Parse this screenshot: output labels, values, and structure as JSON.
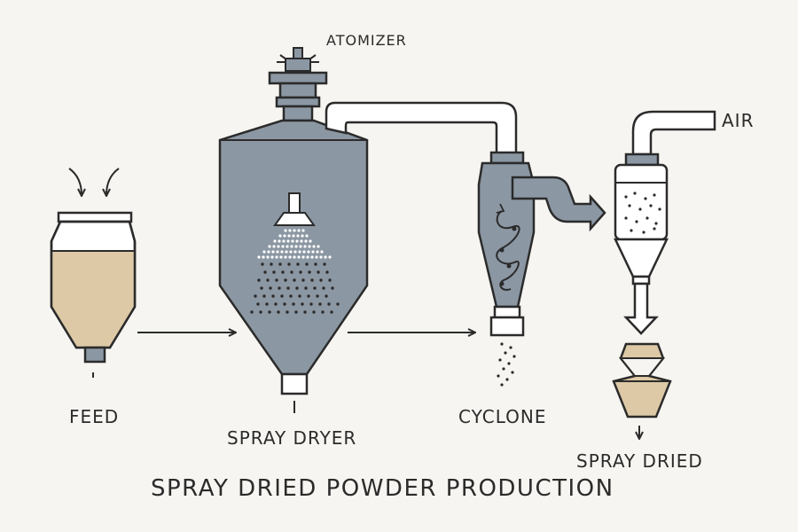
{
  "labels": {
    "atomizer": "ATOMIZER",
    "air": "AIR",
    "feed": "FEED",
    "spray_dryer": "SPRAY DRYER",
    "cyclone": "CYCLONE",
    "spray_dried": "SPRAY DRIED"
  },
  "title": "SPRAY DRIED POWDER PRODUCTION",
  "colors": {
    "background": "#f6f5f1",
    "outline": "#2b2b2b",
    "vessel": "#8b97a3",
    "feed_liquid": "#ddc9a6",
    "powder": "#ddc9a6",
    "white": "#ffffff"
  }
}
